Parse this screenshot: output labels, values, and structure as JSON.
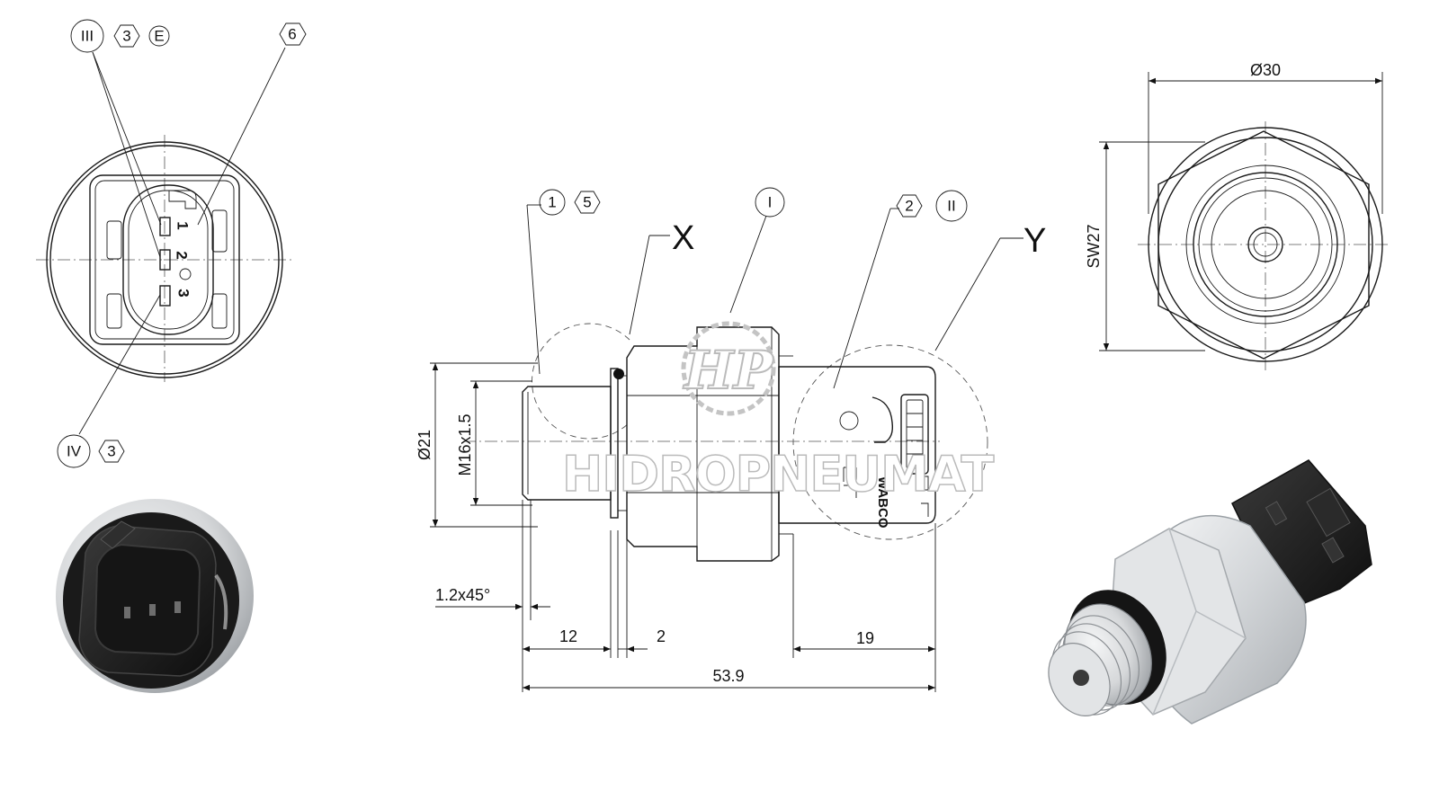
{
  "front_view": {
    "callouts_top": [
      "III",
      "3",
      "E"
    ],
    "callout_right": "6",
    "callouts_bottom": [
      "IV",
      "3"
    ],
    "pin_labels": [
      "1",
      "2",
      "3"
    ]
  },
  "side_view": {
    "callouts_left": [
      "1",
      "5"
    ],
    "callout_mid": "I",
    "callouts_right": [
      "2",
      "II"
    ],
    "detail_x": "X",
    "detail_y": "Y",
    "dim_diameter": "Ø21",
    "dim_thread": "M16x1.5",
    "dim_chamfer": "1.2x45°",
    "dim_12": "12",
    "dim_2": "2",
    "dim_19": "19",
    "dim_total": "53.9",
    "brand_mark": "WABCO"
  },
  "end_view": {
    "dim_diameter": "Ø30",
    "dim_across_flats": "SW27"
  },
  "watermark": {
    "text": "HIDROPNEUMAT",
    "logo_letters": "HP"
  },
  "colors": {
    "line": "#1a1a1a",
    "sensor_body": "#d9dbdd",
    "connector": "#1c1c1c"
  }
}
